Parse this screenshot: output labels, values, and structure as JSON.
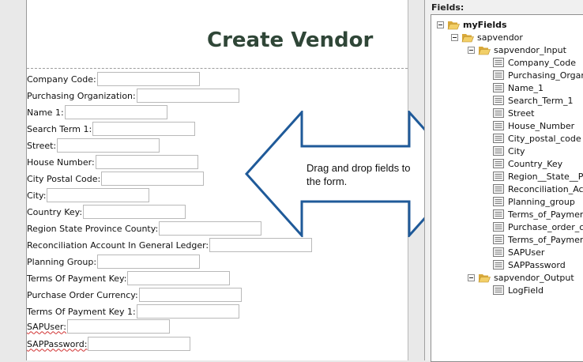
{
  "form": {
    "title": "Create Vendor",
    "fields": [
      {
        "label": "Company Code:"
      },
      {
        "label": "Purchasing Organization:"
      },
      {
        "label": "Name 1:"
      },
      {
        "label": "Search Term 1:"
      },
      {
        "label": "Street:"
      },
      {
        "label": "House Number:"
      },
      {
        "label": "City Postal Code:"
      },
      {
        "label": "City:"
      },
      {
        "label": "Country Key:"
      },
      {
        "label": "Region State Province County:"
      },
      {
        "label": "Reconciliation Account In General Ledger:"
      },
      {
        "label": "Planning Group:"
      },
      {
        "label": "Terms Of Payment Key:"
      },
      {
        "label": "Purchase Order Currency:"
      },
      {
        "label": "Terms Of Payment Key 1:"
      },
      {
        "label": "SAPUser:"
      },
      {
        "label": "SAPPassword:"
      }
    ]
  },
  "callout": {
    "text": "Drag and drop fields to the form."
  },
  "fields_pane": {
    "title": "Fields:",
    "root": "myFields",
    "group": "sapvendor",
    "input_folder": "sapvendor_Input",
    "input_fields": [
      "Company_Code",
      "Purchasing_Organi",
      "Name_1",
      "Search_Term_1",
      "Street",
      "House_Number",
      "City_postal_code",
      "City",
      "Country_Key",
      "Region__State__P",
      "Reconciliation_Acc",
      "Planning_group",
      "Terms_of_Paymen",
      "Purchase_order_cu",
      "Terms_of_Paymen",
      "SAPUser",
      "SAPPassword"
    ],
    "output_folder": "sapvendor_Output",
    "output_fields": [
      "LogField"
    ]
  },
  "colors": {
    "title": "#2f4637",
    "arrow_stroke": "#1f5a99",
    "folder": "#e8c35a"
  }
}
